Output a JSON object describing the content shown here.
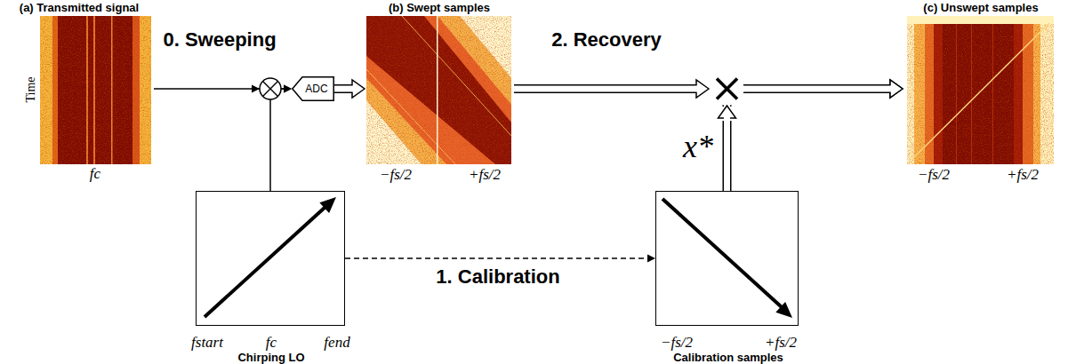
{
  "diagram": {
    "nodes": [
      {
        "text": [
          "(a) Transmitted signal",
          "Time",
          "fc"
        ]
      },
      {
        "text": [
          "ADC"
        ]
      },
      {
        "text": [
          "(b) Swept samples",
          "−fs/2",
          "+fs/2"
        ]
      },
      {
        "text": [
          "(c) Unswept samples",
          "−fs/2",
          "+fs/2"
        ]
      },
      {
        "text": [
          "fstart",
          "fc",
          "fend",
          "Chirping LO"
        ]
      },
      {
        "text": [
          "−fs/2",
          "+fs/2",
          "Calibration samples"
        ]
      }
    ],
    "edges": [
      {
        "from": 0,
        "to": 1,
        "arrow": "to"
      },
      {
        "from": 4,
        "to": 1,
        "arrow": "to"
      },
      {
        "from": 1,
        "to": 2,
        "arrow": "to"
      },
      {
        "from": 2,
        "to": 3,
        "arrow": "to"
      },
      {
        "from": 5,
        "to": 3,
        "arrow": "to",
        "label": "x*"
      },
      {
        "from": 4,
        "to": 5,
        "arrow": "to",
        "label": "1. Calibration"
      }
    ],
    "labels": [
      "0. Sweeping",
      "2. Recovery"
    ]
  }
}
